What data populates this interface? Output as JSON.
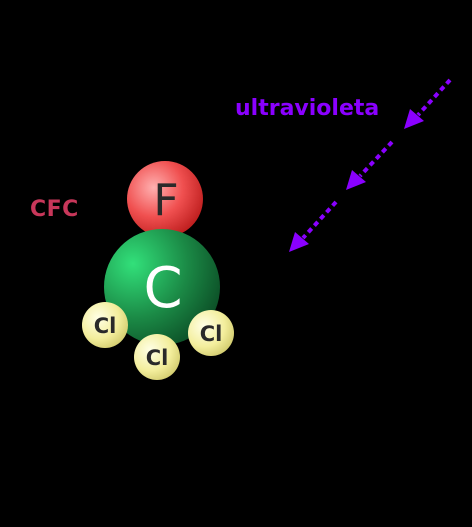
{
  "molecule": {
    "label": "CFC",
    "atoms": {
      "fluorine": "F",
      "carbon": "C",
      "chlorine_left": "Cl",
      "chlorine_bottom": "Cl",
      "chlorine_right": "Cl"
    }
  },
  "radiation": {
    "label": "ultravioleta",
    "ray_count": 3
  },
  "colors": {
    "background": "#000000",
    "cfc_label": "#c8375a",
    "uv": "#8a00ff",
    "fluorine": "#f04848",
    "carbon": "#1f9a50",
    "chlorine": "#f0ec9a",
    "atom_text_dark": "#2a2a2a",
    "atom_text_light": "#ffffff"
  }
}
